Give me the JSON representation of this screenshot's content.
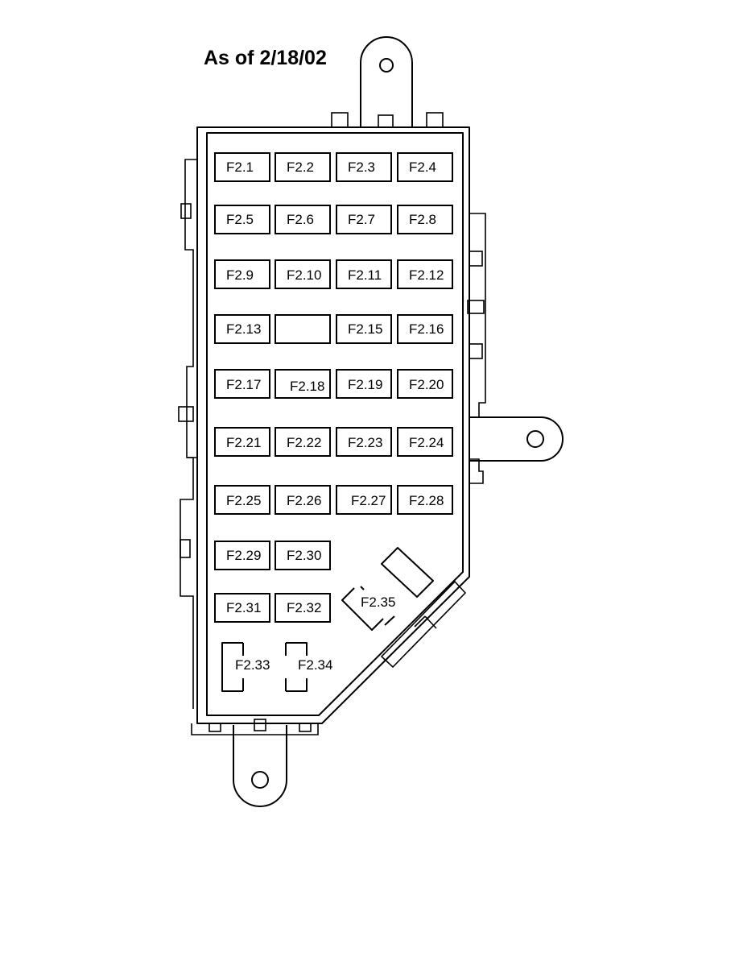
{
  "title": "As of 2/18/02",
  "fuses": [
    {
      "id": "f2-1",
      "label": "F2.1"
    },
    {
      "id": "f2-2",
      "label": "F2.2"
    },
    {
      "id": "f2-3",
      "label": "F2.3"
    },
    {
      "id": "f2-4",
      "label": "F2.4"
    },
    {
      "id": "f2-5",
      "label": "F2.5"
    },
    {
      "id": "f2-6",
      "label": "F2.6"
    },
    {
      "id": "f2-7",
      "label": "F2.7"
    },
    {
      "id": "f2-8",
      "label": "F2.8"
    },
    {
      "id": "f2-9",
      "label": "F2.9"
    },
    {
      "id": "f2-10",
      "label": "F2.10"
    },
    {
      "id": "f2-11",
      "label": "F2.11"
    },
    {
      "id": "f2-12",
      "label": "F2.12"
    },
    {
      "id": "f2-13",
      "label": "F2.13"
    },
    {
      "id": "f2-14-slot",
      "label": ""
    },
    {
      "id": "f2-15",
      "label": "F2.15"
    },
    {
      "id": "f2-16",
      "label": "F2.16"
    },
    {
      "id": "f2-17",
      "label": "F2.17"
    },
    {
      "id": "f2-18",
      "label": "F2.18"
    },
    {
      "id": "f2-19",
      "label": "F2.19"
    },
    {
      "id": "f2-20",
      "label": "F2.20"
    },
    {
      "id": "f2-21",
      "label": "F2.21"
    },
    {
      "id": "f2-22",
      "label": "F2.22"
    },
    {
      "id": "f2-23",
      "label": "F2.23"
    },
    {
      "id": "f2-24",
      "label": "F2.24"
    },
    {
      "id": "f2-25",
      "label": "F2.25"
    },
    {
      "id": "f2-26",
      "label": "F2.26"
    },
    {
      "id": "f2-27",
      "label": "F2.27"
    },
    {
      "id": "f2-28",
      "label": "F2.28"
    },
    {
      "id": "f2-29",
      "label": "F2.29"
    },
    {
      "id": "f2-30",
      "label": "F2.30"
    },
    {
      "id": "f2-31",
      "label": "F2.31"
    },
    {
      "id": "f2-32",
      "label": "F2.32"
    },
    {
      "id": "f2-33",
      "label": "F2.33"
    },
    {
      "id": "f2-34",
      "label": "F2.34"
    },
    {
      "id": "f2-35",
      "label": "F2.35"
    }
  ]
}
